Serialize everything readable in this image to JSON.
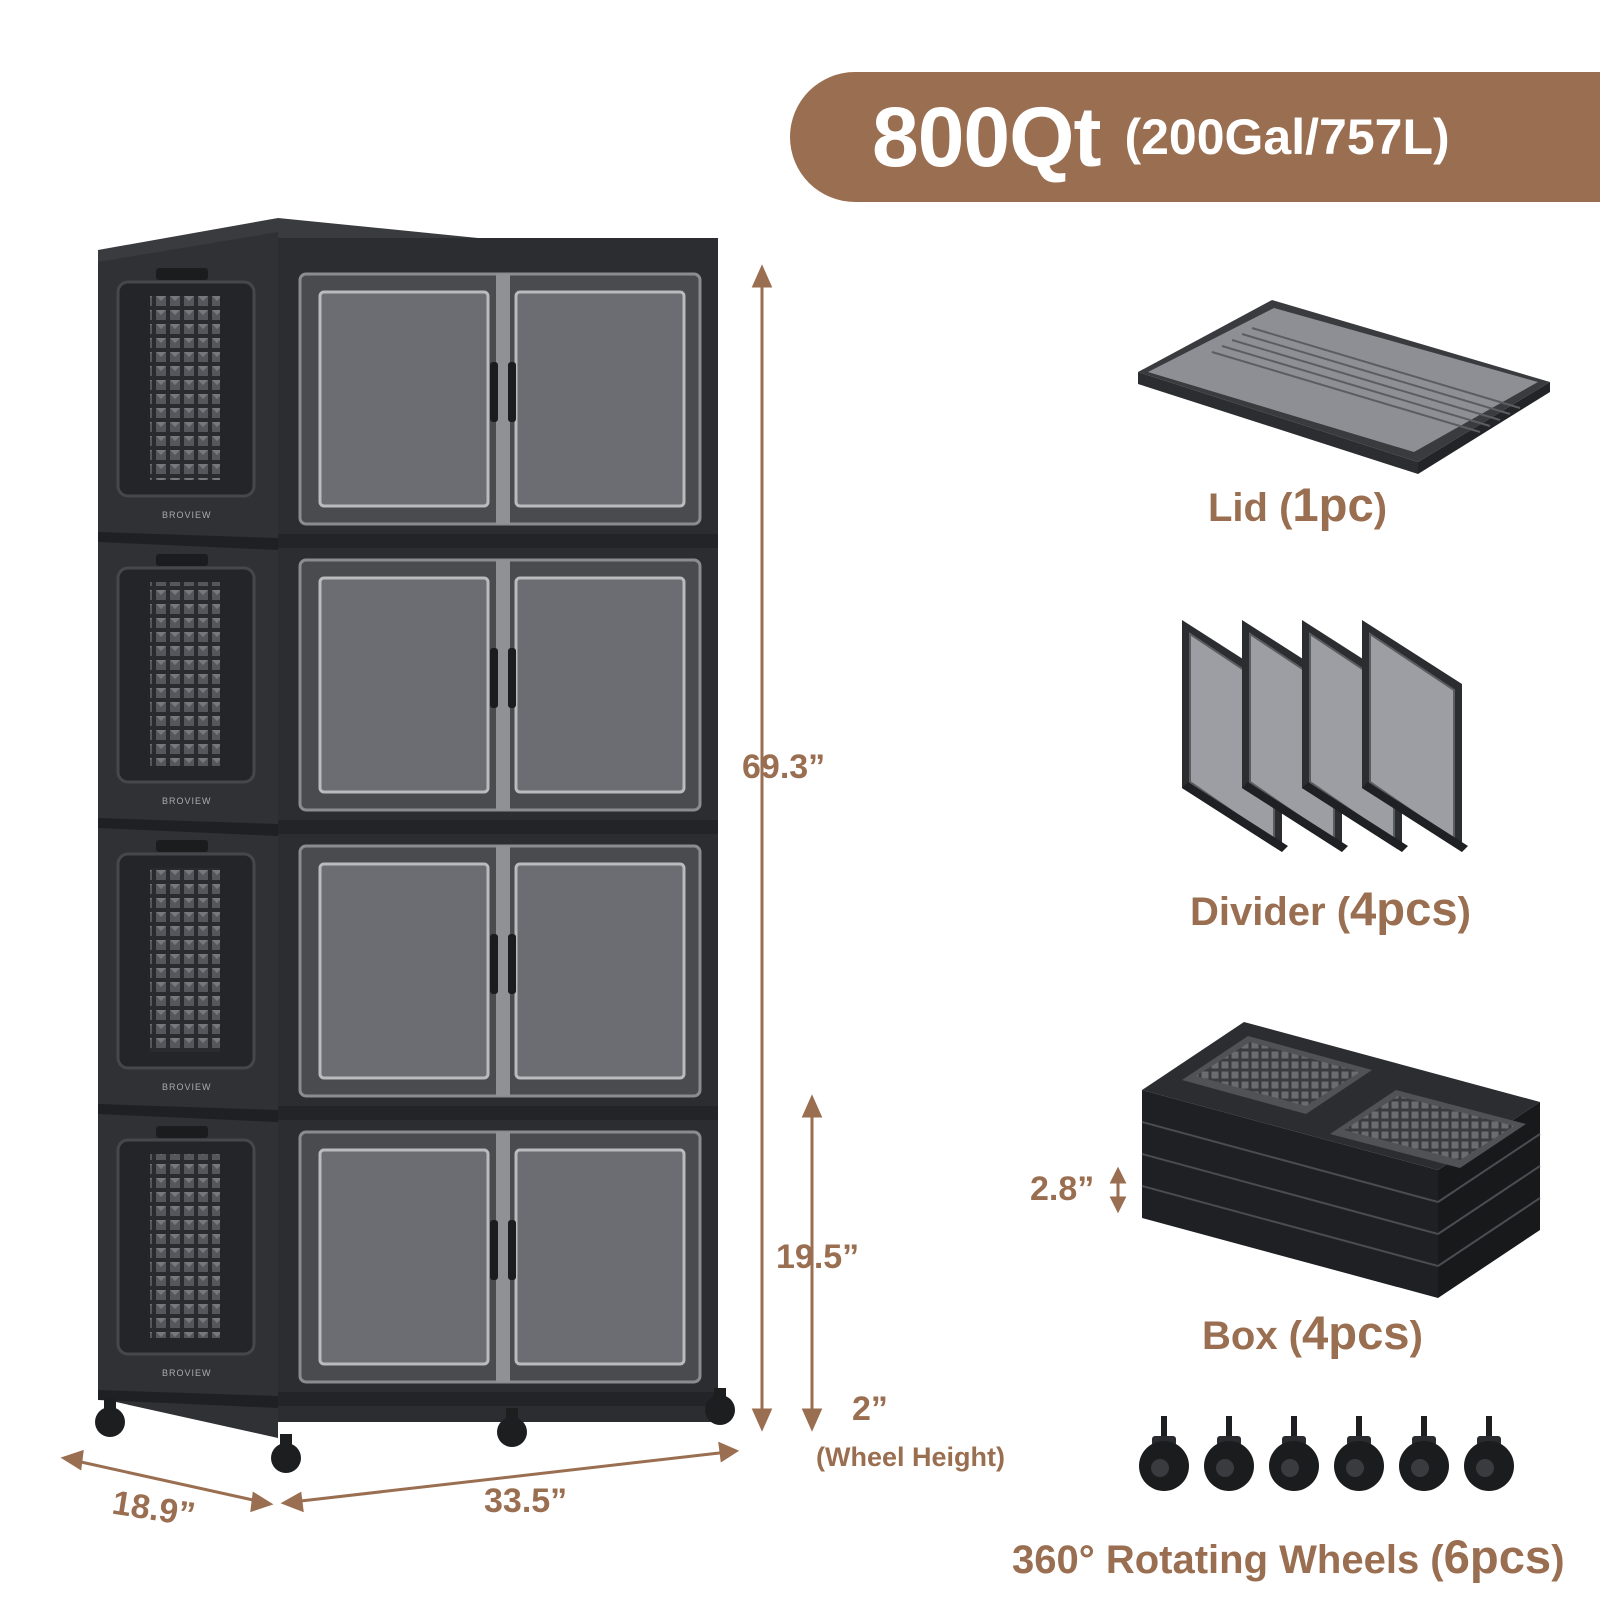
{
  "capacity": {
    "main": "800Qt",
    "sub": "(200Gal/757L)"
  },
  "brand": "BROVIEW",
  "dimensions": {
    "height_total": "69.3”",
    "box_height": "19.5”",
    "wheel": "2”",
    "wheel_note": "(Wheel Height)",
    "depth": "18.9”",
    "width": "33.5”",
    "folded_height": "2.8”"
  },
  "parts": {
    "lid": {
      "name": "Lid (",
      "count": "1pc",
      "close": ")"
    },
    "divider": {
      "name": "Divider (",
      "count": "4pcs",
      "close": ")"
    },
    "box": {
      "name": "Box (",
      "count": "4pcs",
      "close": ")"
    },
    "wheels": {
      "name": "360° Rotating Wheels (",
      "count": "6pcs",
      "close": ")"
    }
  },
  "colors": {
    "accent": "#9a6e50",
    "cabinet": "#2f3033",
    "panel": "#6b6d72"
  }
}
